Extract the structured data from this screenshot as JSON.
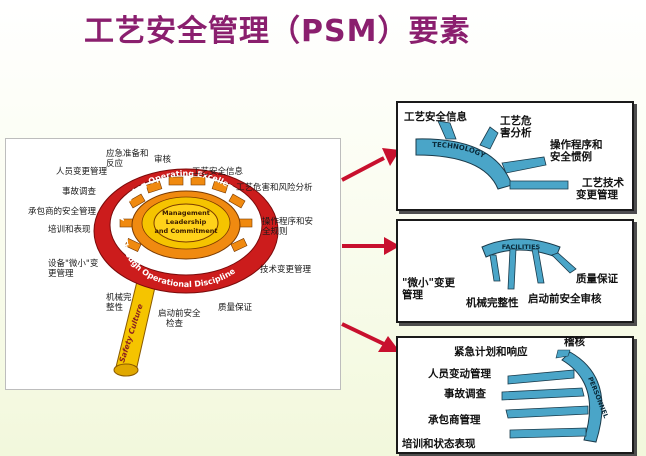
{
  "title": "工艺安全管理（PSM）要素",
  "wheel": {
    "outer_top": "Achieving Operating Excellence",
    "outer_bottom": "Through Operational Discipline",
    "inner_lines": [
      "Management",
      "Leadership",
      "and Commitment"
    ],
    "handle": "Safety Culture",
    "labels": {
      "emergency": [
        "应急准备和",
        "反应"
      ],
      "audit": "审核",
      "process_safety_info": "工艺安全信息",
      "hazard_risk": "工艺危害和风险分析",
      "procedures": [
        "操作程序和安",
        "全规则"
      ],
      "tech_change": "技术变更管理",
      "quality": "质量保证",
      "startup": [
        "启动前安全",
        "检查"
      ],
      "mechanical": [
        "机械完",
        "整性"
      ],
      "minor_change": [
        "设备\"微小\"变",
        "更管理"
      ],
      "training": "培训和表现",
      "contractor": "承包商的安全管理",
      "incident": "事故调查",
      "personnel_change": "人员变更管理"
    }
  },
  "panels": {
    "technology": {
      "band": "TECHNOLOGY",
      "labels": {
        "psi": "工艺安全信息",
        "hazard": [
          "工艺危",
          "害分析"
        ],
        "procedures": [
          "操作程序和",
          "安全惯例"
        ],
        "tech_change": [
          "工艺技术",
          "变更管理"
        ]
      }
    },
    "facilities": {
      "band": "FACILITIES",
      "labels": {
        "minor_change": [
          "\"微小\"变更",
          "管理"
        ],
        "mechanical": "机械完整性",
        "startup": "启动前安全审核",
        "quality": "质量保证"
      }
    },
    "personnel": {
      "band": "PERSONNEL",
      "labels": {
        "audit": "稽核",
        "emergency": "紧急计划和响应",
        "personnel_change": "人员变动管理",
        "incident": "事故调查",
        "contractor": "承包商管理",
        "training": "培训和状态表现"
      }
    }
  },
  "colors": {
    "title": "#8a1f6e",
    "ring_red": "#cc1c1c",
    "ring_orange": "#f08a10",
    "ring_yellow": "#f5c400",
    "band_blue": "#4aa5c8",
    "arrow_red": "#c8102e"
  }
}
